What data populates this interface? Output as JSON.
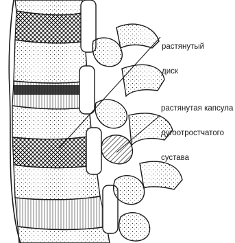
{
  "labels": {
    "stretched_disc": [
      "растянутый",
      "диск"
    ],
    "stretched_capsule": [
      "растянутая капсула",
      "дугоотростчатого",
      "сустава"
    ]
  },
  "colors": {
    "ink": "#1a1a1a",
    "background": "#ffffff",
    "disc_hatch": "#333333"
  }
}
